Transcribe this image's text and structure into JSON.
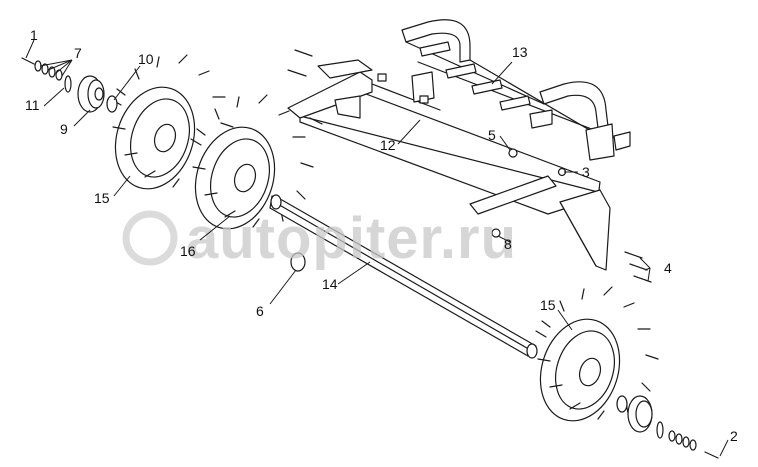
{
  "watermark": {
    "text": "autopiter.ru"
  },
  "callouts": [
    "1",
    "2",
    "3",
    "4",
    "5",
    "6",
    "7",
    "8",
    "9",
    "10",
    "11",
    "12",
    "13",
    "14",
    "15",
    "15",
    "16"
  ]
}
